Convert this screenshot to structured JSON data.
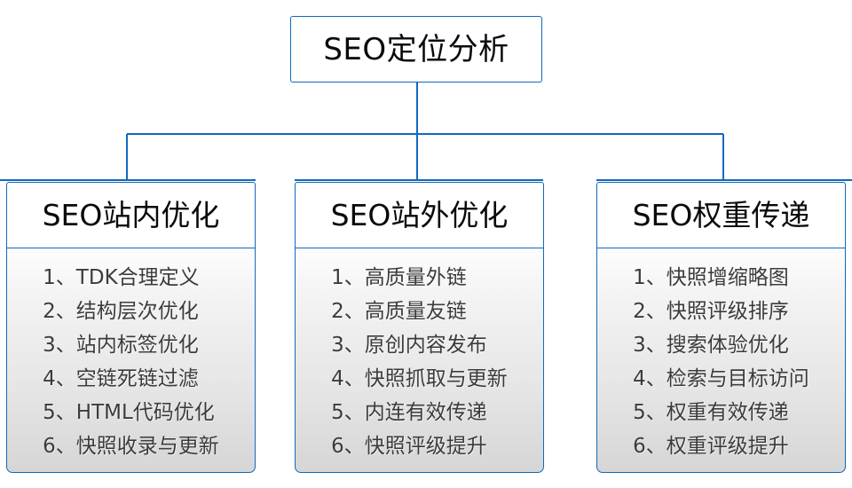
{
  "diagram": {
    "type": "org-chart",
    "accent_color": "#1169bf",
    "text_color": "#3b3b3b",
    "heading_color": "#0a0a0a",
    "root": {
      "title": "SEO定位分析"
    },
    "branches": [
      {
        "title": "SEO站内优化",
        "items": [
          "1、TDK合理定义",
          "2、结构层次优化",
          "3、站内标签优化",
          "4、空链死链过滤",
          "5、HTML代码优化",
          "6、快照收录与更新"
        ]
      },
      {
        "title": "SEO站外优化",
        "items": [
          "1、高质量外链",
          "2、高质量友链",
          "3、原创内容发布",
          "4、快照抓取与更新",
          "5、内连有效传递",
          "6、快照评级提升"
        ]
      },
      {
        "title": "SEO权重传递",
        "items": [
          "1、快照增缩略图",
          "2、快照评级排序",
          "3、搜索体验优化",
          "4、检索与目标访问",
          "5、权重有效传递",
          "6、权重评级提升"
        ]
      }
    ]
  }
}
